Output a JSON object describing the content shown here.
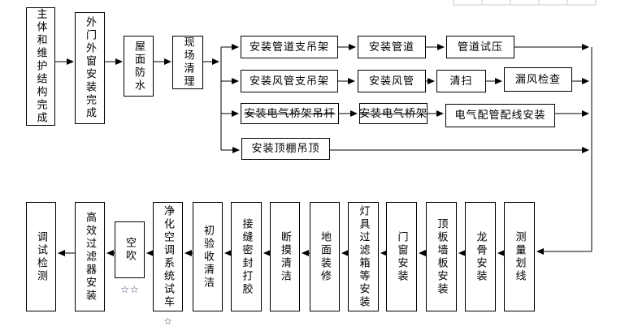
{
  "flow": {
    "start_chain": [
      "主体和维护结构完成",
      "外门外窗安装完成",
      "屋面防水",
      "现场清理"
    ],
    "pipe_row": [
      "安装管道支吊架",
      "安装管道",
      "管道试压"
    ],
    "duct_row": [
      "安装风管支吊架",
      "安装风管",
      "清扫",
      "漏风检查"
    ],
    "electrical_row": [
      "安装电气桥架吊杆",
      "安装电气桥架",
      "电气配管配线安装"
    ],
    "ceiling_row": [
      "安装顶棚吊顶"
    ],
    "finish_chain": [
      "测量划线",
      "龙骨安装",
      "顶板墙板安装",
      "门窗安装",
      "灯具过滤箱等安装",
      "地面装修",
      "断摸清洁",
      "接缝密封打胶",
      "初验收清洁",
      "净化空调系统试车",
      "空吹",
      "高效过滤器安装",
      "调试检测"
    ],
    "marks": {
      "air_blow_stars": "☆☆",
      "test_run_star": "☆"
    },
    "colors": {
      "line": "#000000",
      "box_border": "#000000",
      "background": "#ffffff",
      "table_fragment_line": "#c8c8c8"
    }
  }
}
